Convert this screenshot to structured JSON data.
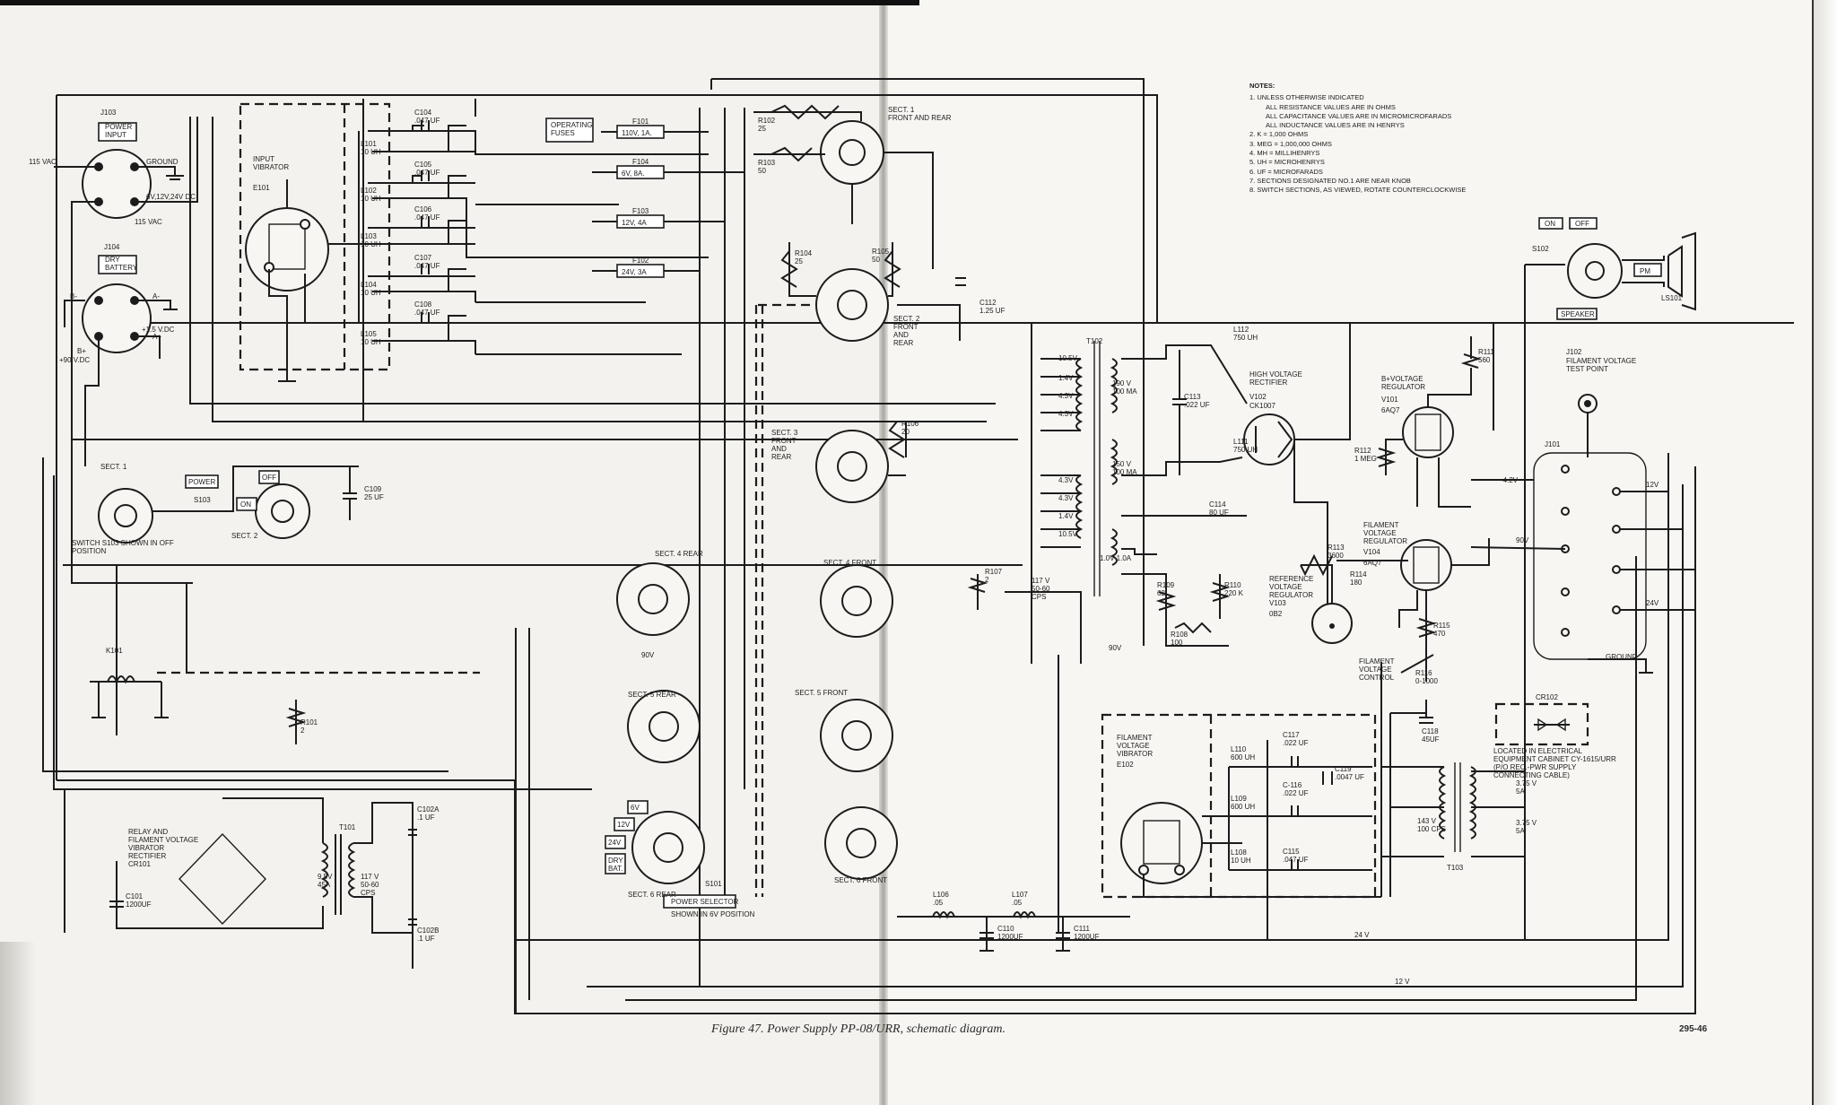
{
  "figure": {
    "caption": "Figure 47.  Power Supply PP-08/URR, schematic diagram.",
    "number": "295-46"
  },
  "notes": {
    "title": "NOTES:",
    "lines": [
      "1. UNLESS OTHERWISE INDICATED",
      "ALL RESISTANCE VALUES ARE IN OHMS",
      "ALL CAPACITANCE VALUES ARE IN MICROMICROFARADS",
      "ALL INDUCTANCE VALUES ARE IN HENRYS",
      "2. K = 1,000 OHMS",
      "3. MEG = 1,000,000 OHMS",
      "4. MH = MILLIHENRYS",
      "5. UH = MICROHENRYS",
      "6. UF = MICROFARADS",
      "7. SECTIONS DESIGNATED NO.1 ARE NEAR KNOB",
      "8. SWITCH SECTIONS, AS VIEWED, ROTATE COUNTERCLOCKWISE"
    ]
  },
  "labels": {
    "j103": "J103",
    "power_input": "POWER\nINPUT",
    "v115vac": "115 VAC",
    "ground": "GROUND",
    "v6_12_24": "6V,12V,24V DC",
    "v115vac_b": "115 VAC",
    "j104": "J104",
    "dry_battery": "DRY\nBATTERY",
    "b_minus": "B-",
    "a_minus": "A-",
    "a_plus": "A+",
    "v1_5": "+1.5 V.DC",
    "b_plus": "B+",
    "v90dc": "+90 V.DC",
    "input_vibrator": "INPUT\nVIBRATOR",
    "e101": "E101",
    "l101": "L101\n10 UH",
    "l102": "L102\n10 UH",
    "l103": "L103\n10 UH",
    "l104": "L104\n10 UH",
    "l105": "L105\n10 UH",
    "c104": "C104\n.047 UF",
    "c105": "C105\n.047 UF",
    "c106": "C106\n.047 UF",
    "c107": "C107\n.047 UF",
    "c108": "C108\n.047 UF",
    "operating_fuses": "OPERATING\nFUSES",
    "f101": "F101",
    "f101v": "110V, 1A.",
    "f104": "F104",
    "f104v": "6V, 8A.",
    "f103": "F103",
    "f103v": "12V, 4A",
    "f102": "F102",
    "f102v": "24V, 3A",
    "r102": "R102\n25",
    "r103": "R103\n50",
    "sect1_fr": "SECT. 1\nFRONT AND REAR",
    "r104": "R104\n25",
    "r105": "R105\n50",
    "sect2_fr": "SECT. 2\nFRONT\nAND\nREAR",
    "c112": "C112\n1.25 UF",
    "sect3_fr": "SECT. 3\nFRONT\nAND\nREAR",
    "r106": "R106\n20",
    "r107": "R107\n2",
    "sect4_rear": "SECT. 4 REAR",
    "sect4_front": "SECT. 4 FRONT",
    "sect5_rear": "SECT. 5 REAR",
    "sect5_front": "SECT. 5 FRONT",
    "sect6_rear": "SECT. 6  REAR",
    "sect6_front": "SECT. 6 FRONT",
    "s101": "S101",
    "power_selector": "POWER SELECTOR",
    "shown_6v": "SHOWN IN 6V POSITION",
    "v6": "6V",
    "v12": "12V",
    "v24": "24V",
    "dry_bat": "DRY\nBAT.",
    "sect1": "SECT. 1",
    "power_box": "POWER",
    "s103": "S103",
    "on": "ON",
    "off": "OFF",
    "sect2": "SECT. 2",
    "c109": "C109\n25 UF",
    "switch_s103": "SWITCH S103 SHOWN IN OFF\nPOSITION",
    "k101": "K101",
    "r101": "R101\n2",
    "relay": "RELAY AND\nFILAMENT VOLTAGE\nVIBRATOR\nRECTIFIER\nCR101",
    "c101": "C101\n1200UF",
    "t101": "T101",
    "v9_5": "9.5V\n45A",
    "v117_t101": "117 V\n50-60\nCPS",
    "c102a": "C102A\n.1 UF",
    "c102b": "C102B\n.1 UF",
    "v90": "90V",
    "v90_b": "90V",
    "t102": "T102",
    "t102_taps": [
      "10.5V",
      "1.4V",
      "4.3V",
      "4.3V",
      "4.3V",
      "4.3V",
      "1.4V",
      "10.5V"
    ],
    "v190": "190 V\n100 MA",
    "v150": "150 V\n100 MA",
    "v1_0": "1.0V 1.0A",
    "v117_t102": "117 V\n50-60\nCPS",
    "l112": "L112\n750 UH",
    "l111": "L111\n750 UH",
    "c113": "C113\n.022 UF",
    "hv_rect": "HIGH VOLTAGE\nRECTIFIER",
    "v102": "V102",
    "ck1007": "CK1007",
    "bplus_reg": "B+VOLTAGE\nREGULATOR",
    "v101": "V101",
    "v101_type": "6AQ7",
    "r111": "R111\n560",
    "r112": "R112\n1 MEG",
    "c114": "C114\n80 UF",
    "fil_reg": "FILAMENT\nVOLTAGE\nREGULATOR",
    "v104": "V104",
    "v104_type": "6AQ7",
    "r113": "R113\n3600",
    "r114": "R114\n180",
    "r109": "R109\n62",
    "r110": "R110\n220 K",
    "r108": "R108\n100",
    "ref_reg": "REFERENCE\nVOLTAGE\nREGULATOR",
    "v103": "V103",
    "v103_type": "0B2",
    "r115": "R115\n470",
    "fil_control": "FILAMENT\nVOLTAGE\nCONTROL",
    "r116": "R116\n0-1000",
    "c118": "C118\n45UF",
    "j102": "J102",
    "fil_test": "FILAMENT VOLTAGE\nTEST POINT",
    "j101": "J101",
    "v4_2": "-4.2V",
    "v12_b": "12V",
    "v90_c": "90V",
    "v24_b": "24V",
    "ground_b": "GROUND",
    "s102": "S102",
    "on_b": "ON",
    "off_b": "OFF",
    "speaker": "SPEAKER",
    "pm": "PM",
    "ls101": "LS101",
    "cr102": "CR102",
    "located": "LOCATED IN ELECTRICAL\nEQUIPMENT CABINET CY-1615/URR\n(P/O REC.-PWR SUPPLY\nCONNECTING CABLE)",
    "v3_75a": "3.75 V\n5A",
    "v3_75b": "3.75 V\n5A",
    "v143": "143 V\n100 CPS",
    "t103": "T103",
    "fil_vib": "FILAMENT\nVOLTAGE\nVIBRATOR",
    "e102": "E102",
    "l110": "L110\n600 UH",
    "l109": "L109\n600 UH",
    "l108": "L108\n10 UH",
    "c117": "C117\n.022 UF",
    "c116": "C-116\n.022 UF",
    "c115": "C115\n.047 UF",
    "c119": "C119\n.0047 UF",
    "l106": "L106\n.05",
    "l107": "L107\n.05",
    "c110": "C110\n1200UF",
    "c111": "C111\n1200UF",
    "v24_bus": "24 V",
    "v12_bus": "12 V"
  }
}
